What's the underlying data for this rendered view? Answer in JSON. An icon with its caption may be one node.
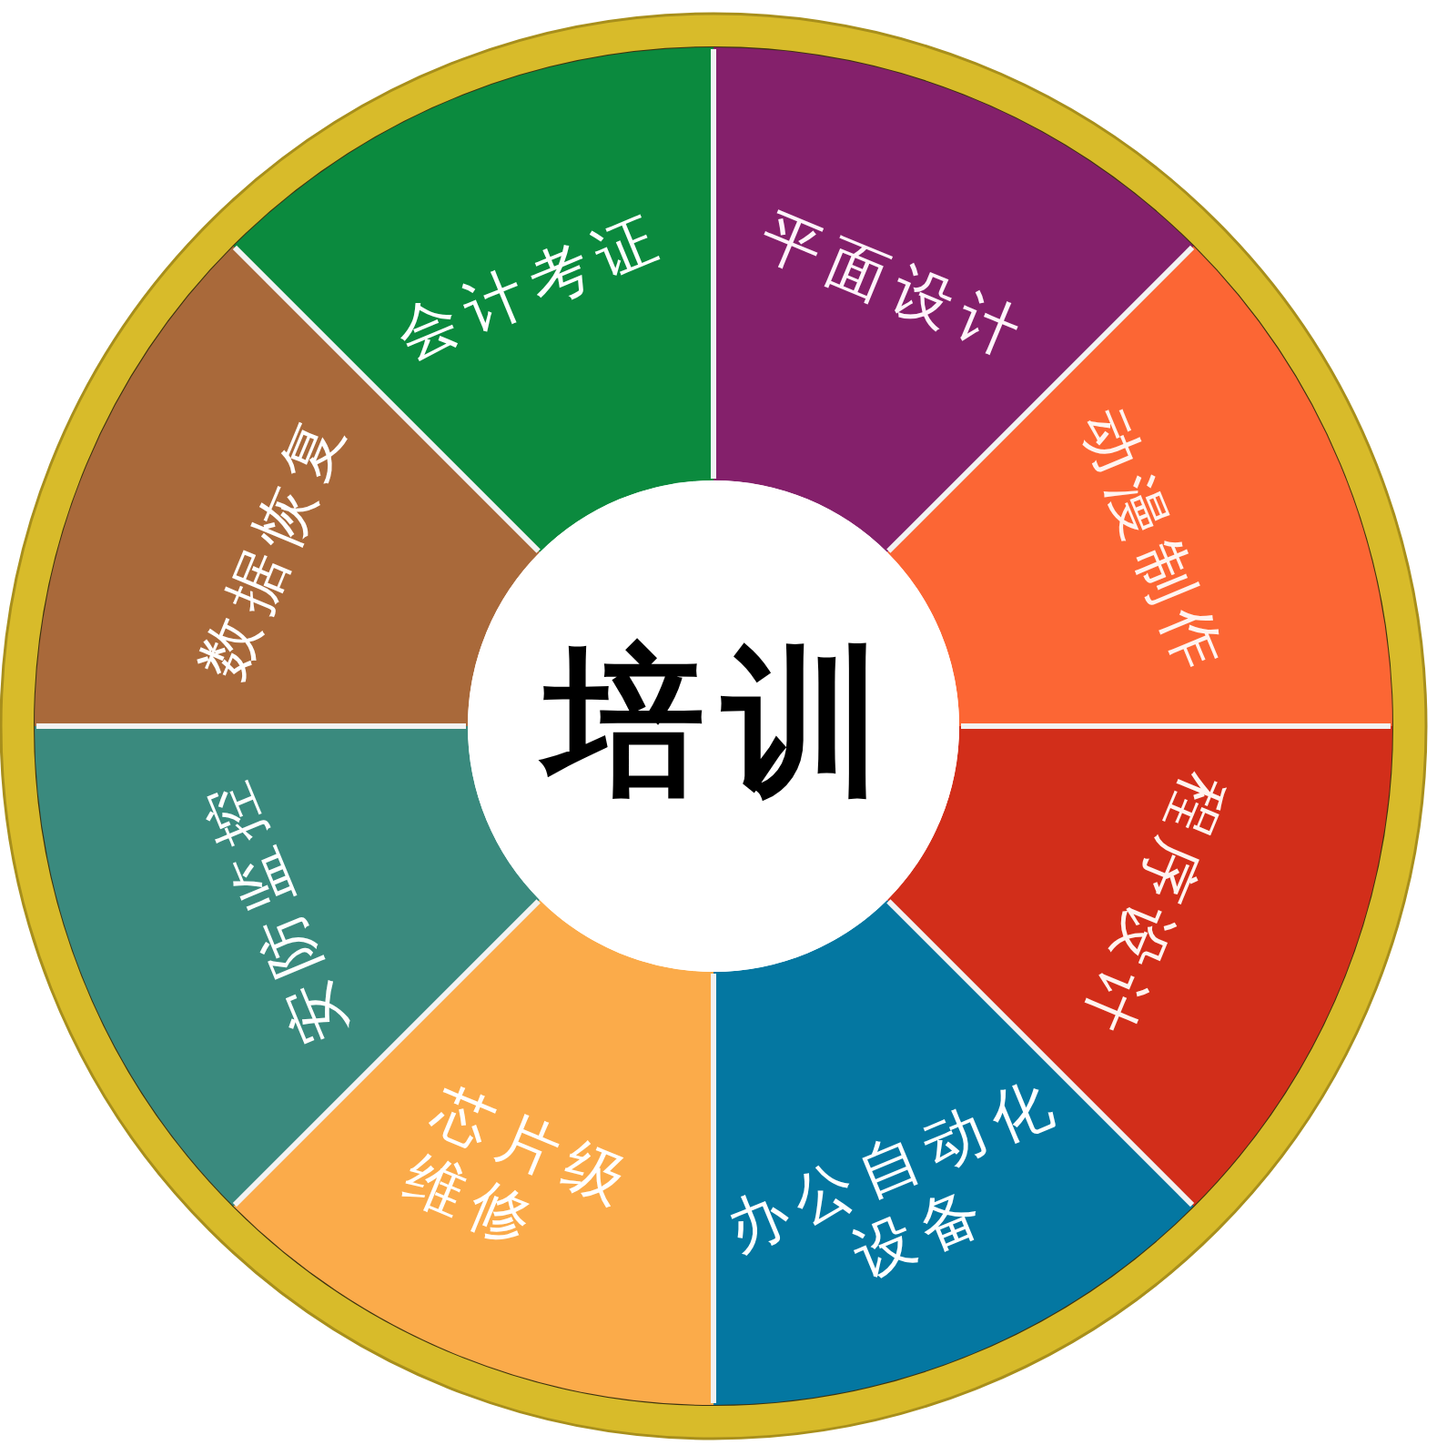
{
  "diagram": {
    "nodes": [
      {
        "text": [
          "培训"
        ]
      },
      {
        "text": [
          "会计考证"
        ]
      },
      {
        "text": [
          "平面设计"
        ]
      },
      {
        "text": [
          "动漫制作"
        ]
      },
      {
        "text": [
          "程序设计"
        ]
      },
      {
        "text": [
          "办公自动化设备"
        ]
      },
      {
        "text": [
          "芯片级维修"
        ]
      },
      {
        "text": [
          "安防监控"
        ]
      },
      {
        "text": [
          "数据恢复"
        ]
      }
    ]
  }
}
